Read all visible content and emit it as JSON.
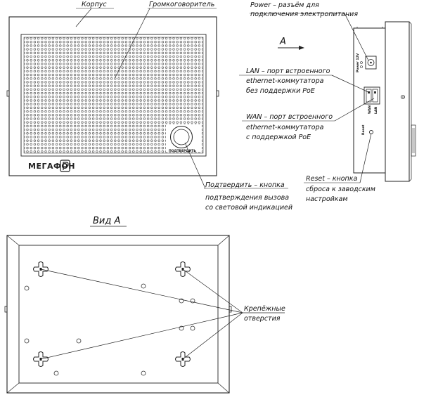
{
  "front_view": {
    "label_body": "Корпус",
    "label_speaker": "Громкоговоритель",
    "brand": "МЕГАФОН",
    "button_text": "ПОДТВЕРДИТЬ",
    "label_confirm_1": "Подтвердить – кнопка",
    "label_confirm_2": "подтверждения вызова",
    "label_confirm_3": "со световой индикацией"
  },
  "side_view": {
    "arrow_label": "А",
    "power_1": "Power – разъём для",
    "power_2": "подключения электропитания",
    "lan_1": "LAN – порт встроенного",
    "lan_2": "ethernet-коммутатора",
    "lan_3": "без поддержки PoE",
    "wan_1": "WAN – порт встроенного",
    "wan_2": "ethernet-коммутатора",
    "wan_3": "с поддержкой PoE",
    "reset_1": "Reset – кнопка",
    "reset_2": "сброса к заводским",
    "reset_3": "настройкам",
    "tiny_power": "Power 12V",
    "tiny_wan": "WAN",
    "tiny_lan": "LAN",
    "tiny_reset": "Reset"
  },
  "back_view": {
    "title": "Вид А",
    "holes_1": "Крепёжные",
    "holes_2": "отверстия"
  }
}
